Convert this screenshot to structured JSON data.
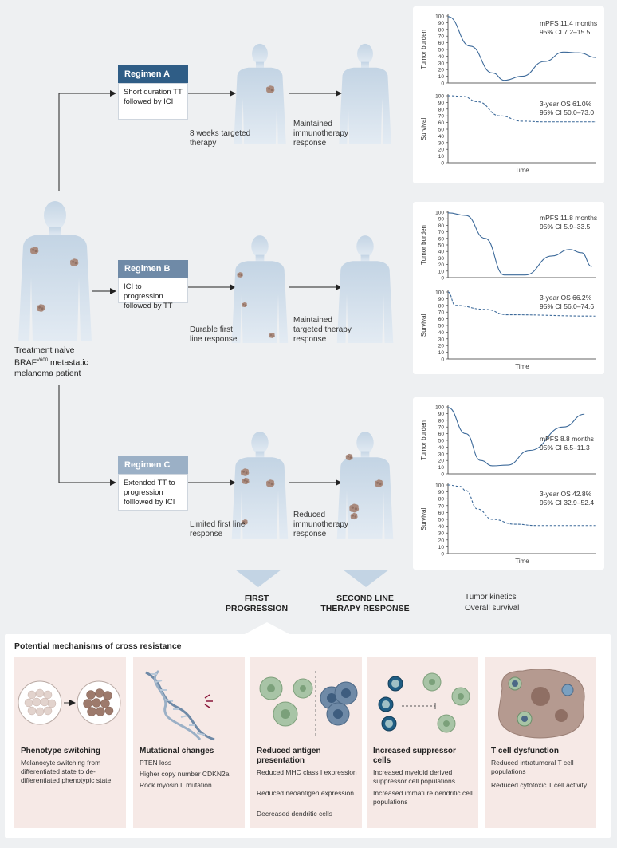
{
  "patient": {
    "label": "Treatment naive BRAF",
    "superscript": "V600",
    "label2": "metastatic melanoma patient"
  },
  "regimens": [
    {
      "title": "Regimen A",
      "desc": "Short duration TT followed by ICI",
      "step1": "8 weeks targeted therapy",
      "step2": "Maintained immunotherapy response",
      "color": "#2f5d86"
    },
    {
      "title": "Regimen B",
      "desc": "ICI to progression followed by TT",
      "step1": "Durable first line response",
      "step2": "Maintained targeted therapy response",
      "color": "#6f8aa7"
    },
    {
      "title": "Regimen C",
      "desc": "Extended TT to progression folllowed by ICI",
      "step1": "Limited first line response",
      "step2": "Reduced immunotherapy response",
      "color": "#9bb0c6"
    }
  ],
  "charts": [
    {
      "pfs": "mPFS 11.4 months",
      "pfs_ci": "95% CI 7.2–15.5",
      "os": "3-year OS 61.0%",
      "os_ci": "95% CI 50.0–73.0"
    },
    {
      "pfs": "mPFS 11.8 months",
      "pfs_ci": "95% CI 5.9–33.5",
      "os": "3-year OS 66.2%",
      "os_ci": "95% CI 56.0–74.6"
    },
    {
      "pfs": "mPFS 8.8 months",
      "pfs_ci": "95% CI 6.5–11.3",
      "os": "3-year OS 42.8%",
      "os_ci": "95% CI 32.9–52.4"
    }
  ],
  "chart_data": [
    {
      "type": "line",
      "ylabel": "Tumor burden",
      "xlabel": "Time",
      "ylim": [
        0,
        100
      ],
      "yticks": [
        0,
        10,
        20,
        30,
        40,
        50,
        60,
        70,
        80,
        90,
        100
      ],
      "series": [
        {
          "values": [
            [
              0,
              99
            ],
            [
              0.15,
              55
            ],
            [
              0.3,
              15
            ],
            [
              0.38,
              4
            ],
            [
              0.5,
              10
            ],
            [
              0.65,
              32
            ],
            [
              0.78,
              46
            ],
            [
              0.88,
              45
            ],
            [
              1,
              38
            ]
          ]
        }
      ]
    },
    {
      "type": "line",
      "ylabel": "Survival",
      "xlabel": "Time",
      "ylim": [
        0,
        100
      ],
      "yticks": [
        0,
        10,
        20,
        30,
        40,
        50,
        60,
        70,
        80,
        90,
        100
      ],
      "series": [
        {
          "values": [
            [
              0,
              100
            ],
            [
              0.1,
              99
            ],
            [
              0.2,
              91
            ],
            [
              0.35,
              70
            ],
            [
              0.5,
              62
            ],
            [
              0.65,
              61
            ],
            [
              1,
              61
            ]
          ]
        }
      ]
    },
    {
      "type": "line",
      "ylabel": "Tumor burden",
      "xlabel": "Time",
      "ylim": [
        0,
        100
      ],
      "yticks": [
        0,
        10,
        20,
        30,
        40,
        50,
        60,
        70,
        80,
        90,
        100
      ],
      "series": [
        {
          "values": [
            [
              0,
              99
            ],
            [
              0.12,
              95
            ],
            [
              0.25,
              60
            ],
            [
              0.38,
              4
            ],
            [
              0.52,
              4
            ],
            [
              0.7,
              33
            ],
            [
              0.82,
              43
            ],
            [
              0.9,
              38
            ],
            [
              0.97,
              17
            ]
          ]
        }
      ]
    },
    {
      "type": "line",
      "ylabel": "Survival",
      "xlabel": "Time",
      "ylim": [
        0,
        100
      ],
      "yticks": [
        0,
        10,
        20,
        30,
        40,
        50,
        60,
        70,
        80,
        90,
        100
      ],
      "series": [
        {
          "values": [
            [
              0,
              100
            ],
            [
              0.05,
              80
            ],
            [
              0.25,
              74
            ],
            [
              0.4,
              66
            ],
            [
              1,
              64
            ]
          ]
        }
      ]
    },
    {
      "type": "line",
      "ylabel": "Tumor burden",
      "xlabel": "Time",
      "ylim": [
        0,
        100
      ],
      "yticks": [
        0,
        10,
        20,
        30,
        40,
        50,
        60,
        70,
        80,
        90,
        100
      ],
      "series": [
        {
          "values": [
            [
              0,
              99
            ],
            [
              0.12,
              60
            ],
            [
              0.22,
              20
            ],
            [
              0.3,
              12
            ],
            [
              0.4,
              13
            ],
            [
              0.55,
              35
            ],
            [
              0.78,
              70
            ],
            [
              0.92,
              89
            ]
          ]
        }
      ]
    },
    {
      "type": "line",
      "ylabel": "Survival",
      "xlabel": "Time",
      "ylim": [
        0,
        100
      ],
      "yticks": [
        0,
        10,
        20,
        30,
        40,
        50,
        60,
        70,
        80,
        90,
        100
      ],
      "series": [
        {
          "values": [
            [
              0,
              100
            ],
            [
              0.08,
              98
            ],
            [
              0.12,
              92
            ],
            [
              0.2,
              65
            ],
            [
              0.3,
              50
            ],
            [
              0.45,
              43
            ],
            [
              0.6,
              41
            ],
            [
              1,
              41
            ]
          ]
        }
      ]
    }
  ],
  "progression": {
    "first": "FIRST PROGRESSION",
    "second": "SECOND LINE THERAPY RESPONSE"
  },
  "legend": {
    "solid": "Tumor kinetics",
    "dashed": "Overall survival"
  },
  "mechanisms": {
    "heading": "Potential mechanisms of cross resistance",
    "items": [
      {
        "title": "Phenotype switching",
        "lines": [
          "Melanocyte switching from differentiated state to de-differentiated phenotypic state"
        ]
      },
      {
        "title": "Mutational changes",
        "lines": [
          "PTEN loss",
          "Higher copy number CDKN2a",
          "Rock myosin II mutation"
        ]
      },
      {
        "title": "Reduced antigen presentation",
        "lines": [
          "Reduced MHC class I expression",
          "Reduced neoantigen expression",
          "Decreased dendritic cells"
        ]
      },
      {
        "title": "Increased suppressor cells",
        "lines": [
          "Increased myeloid derived suppressor cell populations",
          "Increased immature dendritic cell populations"
        ]
      },
      {
        "title": "T cell dysfunction",
        "lines": [
          "Reduced intratumoral T cell populations",
          "Reduced cytotoxic T cell activity"
        ]
      }
    ]
  },
  "colors": {
    "body": "#c9d8e6",
    "tumor": "#a98a7d",
    "arrow": "#222222",
    "line": "#3d6a9a"
  }
}
